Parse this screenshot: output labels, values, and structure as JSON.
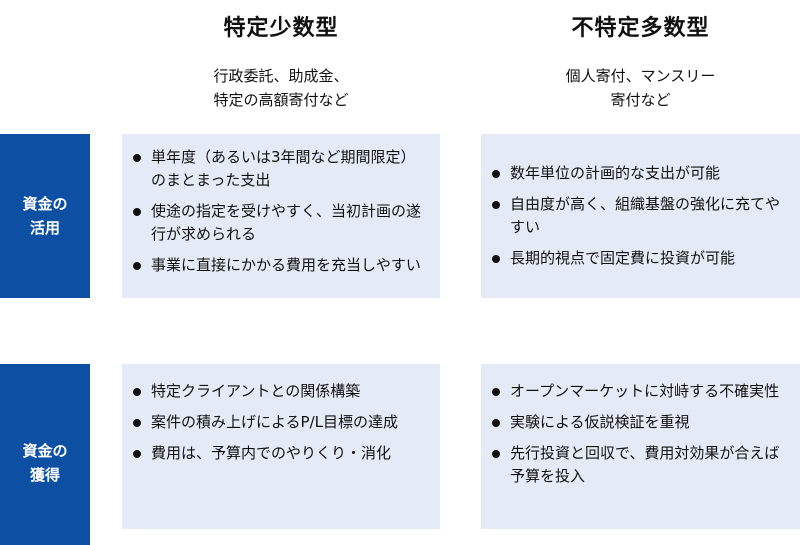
{
  "columns": [
    {
      "title": "特定少数型",
      "subtitle": [
        "行政委託、助成金、",
        "特定の高額寄付など"
      ]
    },
    {
      "title": "不特定多数型",
      "subtitle": [
        "個人寄付、マンスリー",
        "寄付など"
      ]
    }
  ],
  "rows": [
    {
      "label": [
        "資金の",
        "活用"
      ],
      "cells": [
        [
          "単年度（あるいは3年間など期間限定）のまとまった支出",
          "使途の指定を受けやすく、当初計画の遂行が求められる",
          "事業に直接にかかる費用を充当しやすい"
        ],
        [
          "数年単位の計画的な支出が可能",
          "自由度が高く、組織基盤の強化に充てやすい",
          "長期的視点で固定費に投資が可能"
        ]
      ]
    },
    {
      "label": [
        "資金の",
        "獲得"
      ],
      "cells": [
        [
          "特定クライアントとの関係構築",
          "案件の積み上げによるP/L目標の達成",
          "費用は、予算内でのやりくり・消化"
        ],
        [
          "オープンマーケットに対峙する不確実性",
          "実験による仮説検証を重視",
          "先行投資と回収で、費用対効果が合えば予算を投入"
        ]
      ]
    }
  ],
  "colors": {
    "label_bg": "#0d4fa3",
    "cell_bg": "#e4ebf7"
  }
}
